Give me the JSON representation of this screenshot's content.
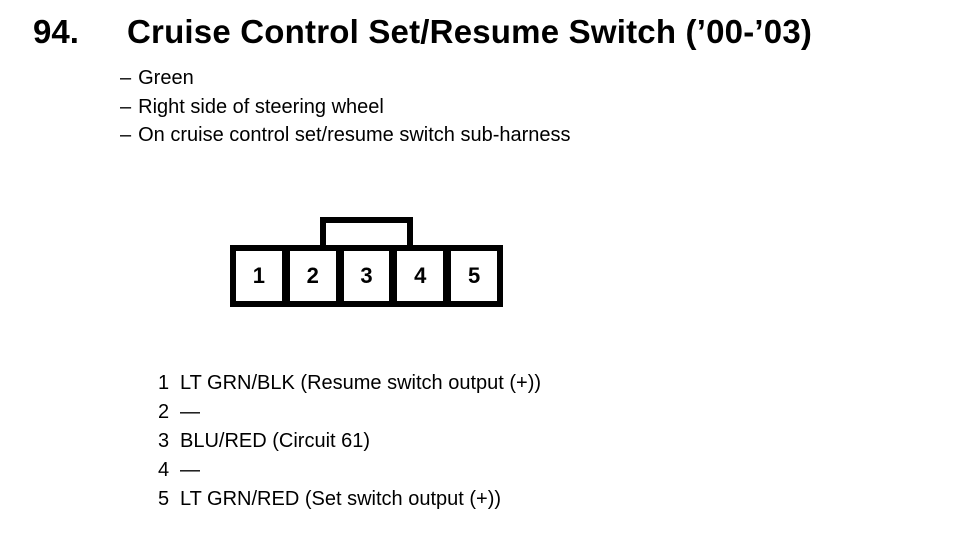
{
  "header": {
    "number": "94.",
    "title": "Cruise Control Set/Resume Switch (’00-’03)"
  },
  "details": {
    "dash": "–",
    "items": [
      "Green",
      "Right side of steering wheel",
      "On cruise control set/resume switch sub-harness"
    ]
  },
  "connector": {
    "pins": [
      "1",
      "2",
      "3",
      "4",
      "5"
    ]
  },
  "pinout": [
    {
      "pin": "1",
      "desc": "LT GRN/BLK (Resume switch output (+))"
    },
    {
      "pin": "2",
      "desc": "—"
    },
    {
      "pin": "3",
      "desc": "BLU/RED (Circuit 61)"
    },
    {
      "pin": "4",
      "desc": "—"
    },
    {
      "pin": "5",
      "desc": "LT GRN/RED (Set switch output (+))"
    }
  ],
  "colors": {
    "ink": "#000000",
    "background": "#ffffff"
  }
}
